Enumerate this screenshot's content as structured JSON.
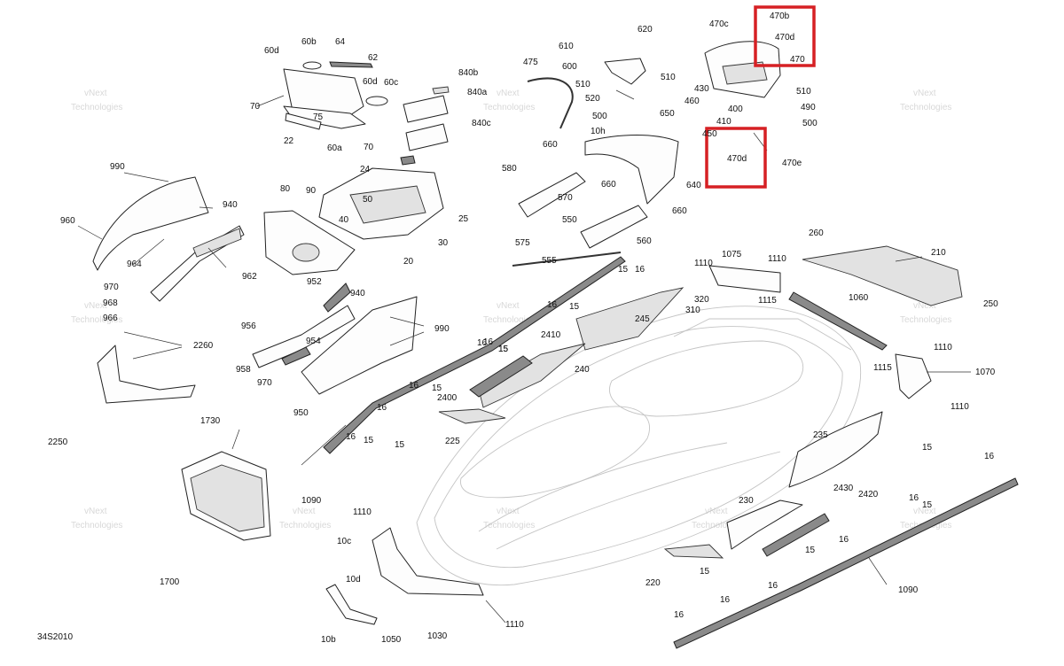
{
  "diagram": {
    "code": "34S2010",
    "watermark": [
      "vNext",
      "Technologies"
    ],
    "highlight_color": "#d62024",
    "labels": [
      "60d",
      "60b",
      "64",
      "62",
      "60d",
      "60c",
      "70",
      "75",
      "22",
      "60a",
      "70",
      "840b",
      "840a",
      "840c",
      "475",
      "610",
      "620",
      "600",
      "510",
      "520",
      "500",
      "510",
      "650",
      "660",
      "10h",
      "470c",
      "470b",
      "470d",
      "470",
      "430",
      "460",
      "400",
      "410",
      "490",
      "510",
      "500",
      "450",
      "470d",
      "470e",
      "990",
      "960",
      "940",
      "964",
      "962",
      "970",
      "968",
      "966",
      "80",
      "90",
      "50",
      "40",
      "24",
      "25",
      "30",
      "20",
      "580",
      "570",
      "575",
      "660",
      "640",
      "660",
      "550",
      "560",
      "555",
      "2260",
      "2250",
      "952",
      "940",
      "956",
      "954",
      "958",
      "970",
      "950",
      "990",
      "16",
      "15",
      "16",
      "15",
      "16",
      "15",
      "2410",
      "2400",
      "240",
      "245",
      "16",
      "15",
      "16",
      "15",
      "16",
      "15",
      "225",
      "1730",
      "1700",
      "1090",
      "260",
      "210",
      "1110",
      "1075",
      "1110",
      "320",
      "310",
      "1115",
      "1060",
      "250",
      "1110",
      "1115",
      "1070",
      "1110",
      "235",
      "15",
      "16",
      "230",
      "2430",
      "2420",
      "16",
      "15",
      "220",
      "15",
      "16",
      "1090",
      "1110",
      "10c",
      "10d",
      "1050",
      "1030",
      "1110",
      "10b",
      "15",
      "16",
      "16",
      "16",
      "15",
      "16"
    ]
  }
}
